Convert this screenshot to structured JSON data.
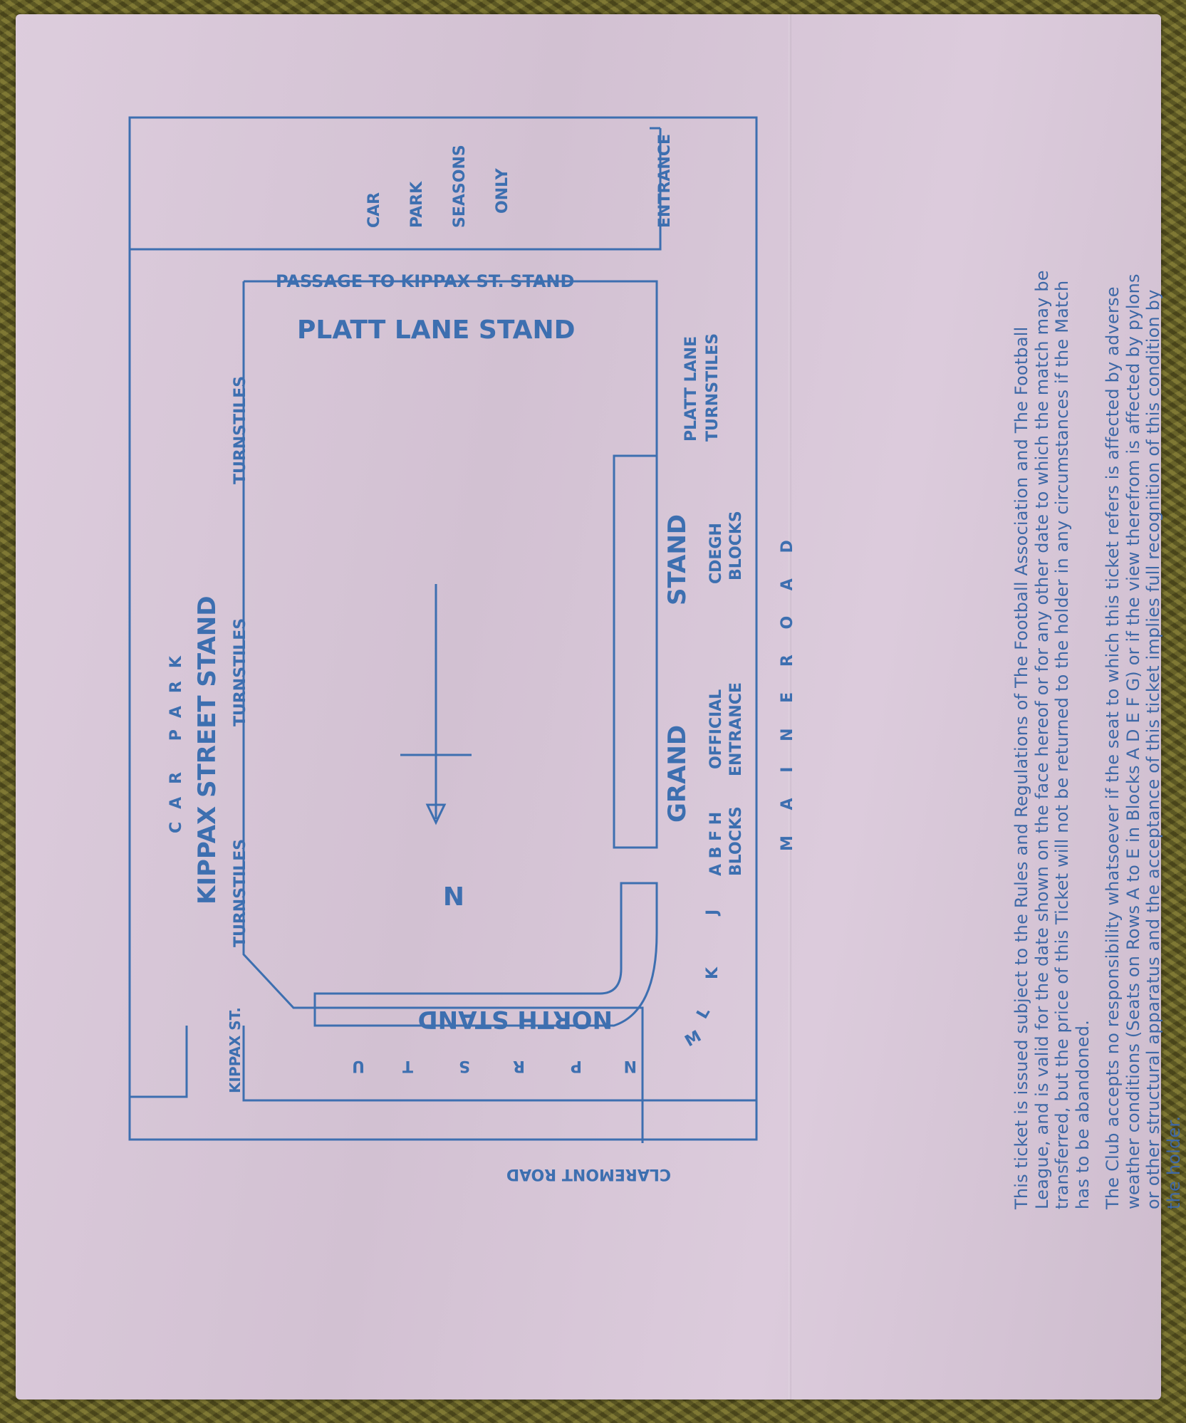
{
  "plan": {
    "car_park_seasons": [
      "CAR",
      "PARK",
      "SEASONS",
      "ONLY"
    ],
    "entrance": "ENTRANCE",
    "passage": "PASSAGE TO KIPPAX ST. STAND",
    "platt_lane_stand": "PLATT LANE STAND",
    "platt_lane_turnstiles": [
      "PLATT LANE",
      "TURNSTILES"
    ],
    "turnstiles": "TURNSTILES",
    "car_park": "CAR PARK",
    "kippax_street_stand": "KIPPAX STREET STAND",
    "grand_stand": [
      "GRAND",
      "STAND"
    ],
    "cdegh_blocks": [
      "CDEGH",
      "BLOCKS"
    ],
    "official_entrance": [
      "OFFICIAL",
      "ENTRANCE"
    ],
    "abfh_blocks": [
      "A B F H",
      "BLOCKS"
    ],
    "maine_road": "M A I N E   R O A D",
    "north_marker": "N",
    "north_stand": "NORTH STAND",
    "blocks_row": [
      "J",
      "K",
      "L",
      "M",
      "N",
      "P",
      "R",
      "S",
      "T",
      "U"
    ],
    "kippax_st": "KIPPAX ST.",
    "claremont_road": "CLAREMONT     ROAD"
  },
  "notice": {
    "paragraph_1": "This ticket is issued subject to the Rules and Regulations of The Football Association and The Football League, and is valid for the date shown on the face hereof or for any other date to which the match may be transferred, but the price of this Ticket will not be returned to the holder in any circumstances if the Match has to be abandoned.",
    "paragraph_2": "The Club accepts no responsibility whatsoever if the seat to which this ticket refers is affected by adverse weather conditions (Seats on Rows A to E in Blocks A D E F G) or if the view therefrom is affected by pylons or other structural apparatus and the acceptance of this ticket implies full recognition of this condition by the holder."
  }
}
